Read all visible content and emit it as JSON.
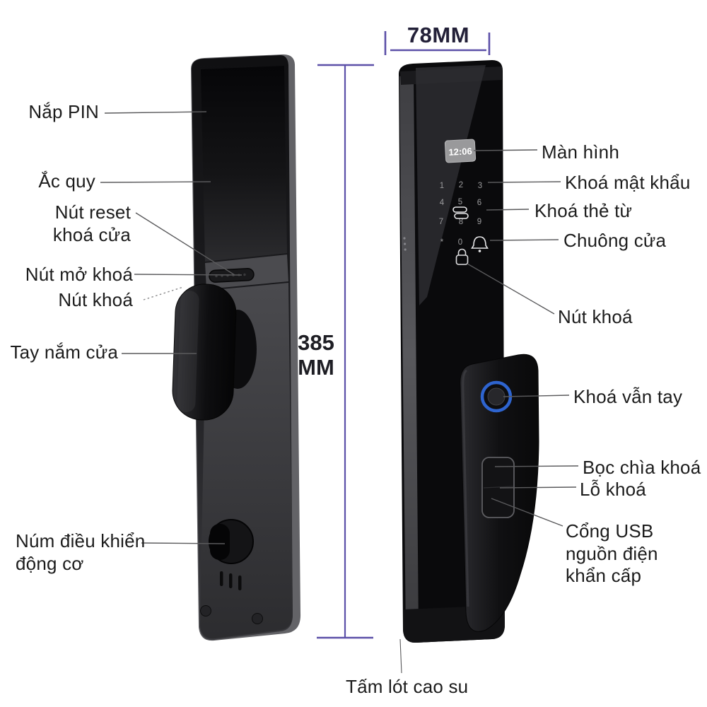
{
  "diagram_type": "smart-door-lock-annotated-diagram",
  "dimensions": {
    "width_label": "78MM",
    "height_value": "385",
    "height_unit": "MM"
  },
  "front_lock": {
    "display_time": "12:06",
    "keypad_keys": [
      "1",
      "2",
      "3",
      "4",
      "5",
      "6",
      "7",
      "8",
      "9",
      "*",
      "0"
    ]
  },
  "labels": {
    "nap_pin": "Nắp PIN",
    "ac_quy": "Ắc quy",
    "nut_reset_1": "Nút reset",
    "nut_reset_2": "khoá cửa",
    "nut_mo_khoa": "Nút mở khoá",
    "nut_khoa_left": "Nút khoá",
    "tay_nam_cua": "Tay nắm cửa",
    "num_dieu_khien_1": "Núm điều khiển",
    "num_dieu_khien_2": "động cơ",
    "man_hinh": "Màn hình",
    "khoa_mat_khau": "Khoá mật khẩu",
    "khoa_the_tu": "Khoá thẻ từ",
    "chuong_cua": "Chuông cửa",
    "nut_khoa_right": "Nút khoá",
    "khoa_van_tay": "Khoá vẫn tay",
    "boc_chia_khoa": "Bọc chìa khoá",
    "lo_khoa": "Lỗ khoá",
    "cong_usb_1": "Cổng USB",
    "cong_usb_2": "nguồn điện",
    "cong_usb_3": "khẩn cấp",
    "tam_lot_cao_su": "Tấm lót cao su"
  },
  "icons": [
    "card-icon",
    "bell-icon",
    "lock-icon",
    "fingerprint-icon",
    "clock-display"
  ],
  "colors": {
    "background": "#FFFFFF",
    "dimension_line": "#5C50A8",
    "dimension_text": "#232038",
    "label_text": "#1C1C1C",
    "leader_line": "#5A5A5C",
    "fingerprint_ring": "#2E64CF"
  }
}
